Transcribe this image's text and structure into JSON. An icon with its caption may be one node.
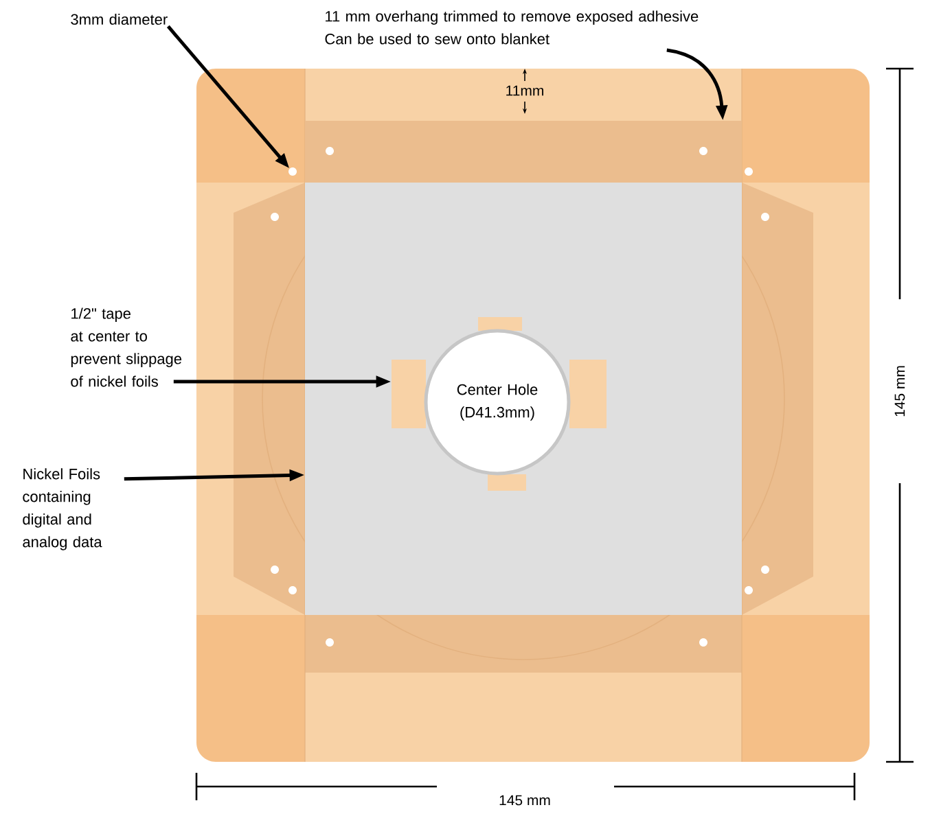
{
  "diagram": {
    "nodes": [
      {
        "text": [
          "3mm diameter"
        ]
      },
      {
        "text": [
          "11 mm overhang trimmed to remove exposed adhesive",
          "Can be used to sew onto blanket"
        ]
      },
      {
        "text": [],
        "shape": "circle"
      },
      {
        "text": [],
        "shape": "box"
      },
      {
        "text": [
          "1/2\" tape at center to prevent slippage of nickel foils"
        ]
      },
      {
        "text": [],
        "shape": "box",
        "in": 7
      },
      {
        "text": [
          "Nickel Foils containing digital and analog data"
        ]
      },
      {
        "text": [],
        "shape": "picture"
      },
      {
        "text": [
          "Center Hole (D41.3mm)"
        ],
        "in": 7
      },
      {
        "text": [],
        "shape": "box",
        "in": 7
      },
      {
        "text": [],
        "shape": "box",
        "in": 7
      },
      {
        "text": [],
        "shape": "box",
        "in": 7
      }
    ],
    "edges": [
      {
        "from": 0,
        "to": 2,
        "arrow": "to"
      },
      {
        "from": 1,
        "to": 3,
        "arrow": "to"
      },
      {
        "from": 4,
        "to": 5,
        "arrow": "to"
      },
      {
        "from": 6,
        "to": 7,
        "arrow": "to"
      }
    ],
    "labels": [
      "11mm",
      "145 mm",
      "145 mm"
    ]
  }
}
